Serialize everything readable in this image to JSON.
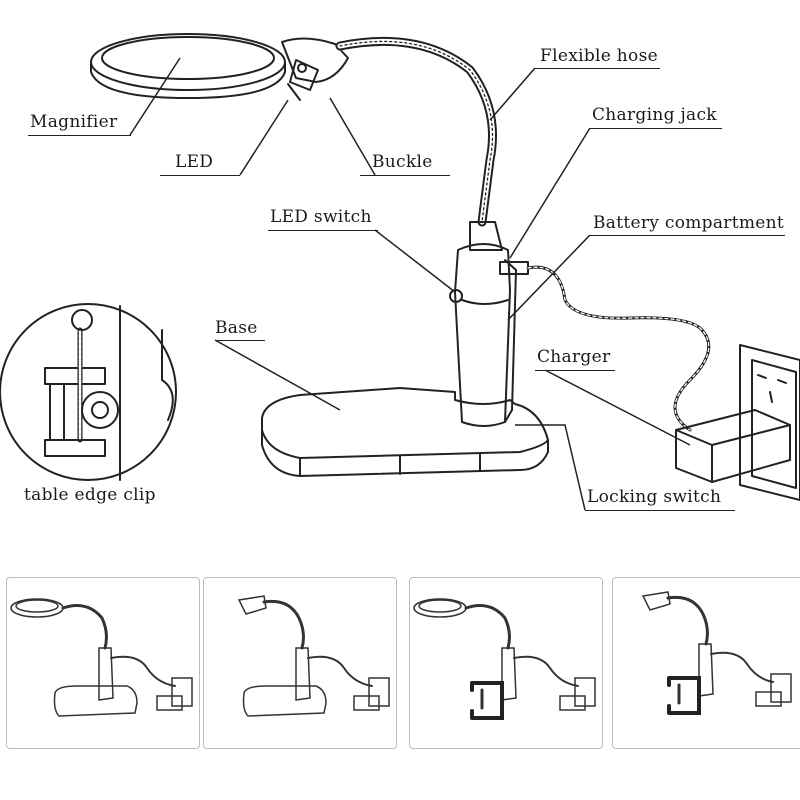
{
  "labels": {
    "magnifier": "Magnifier",
    "led": "LED",
    "buckle": "Buckle",
    "flexible_hose": "Flexible hose",
    "charging_jack": "Charging jack",
    "led_switch": "LED switch",
    "battery_compartment": "Battery compartment",
    "base": "Base",
    "charger": "Charger",
    "locking_switch": "Locking switch",
    "table_edge_clip": "table edge clip"
  },
  "variants": [
    {
      "head": "magnifier",
      "mount": "base"
    },
    {
      "head": "lamp",
      "mount": "base"
    },
    {
      "head": "magnifier",
      "mount": "clip"
    },
    {
      "head": "lamp",
      "mount": "clip"
    }
  ]
}
